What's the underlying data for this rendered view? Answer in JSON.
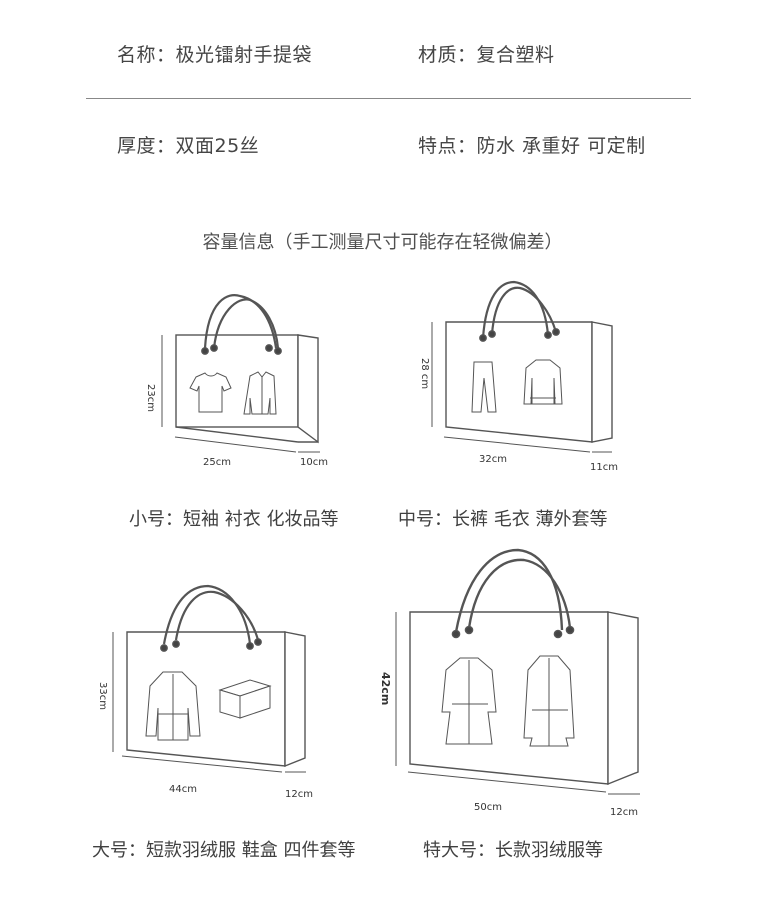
{
  "specs": {
    "name": "名称：极光镭射手提袋",
    "material": "材质：复合塑料",
    "thickness": "厚度：双面25丝",
    "features": "特点：防水  承重好  可定制"
  },
  "capacity_title": "容量信息（手工测量尺寸可能存在轻微偏差）",
  "bags": {
    "small": {
      "height": "23cm",
      "width": "25cm",
      "depth": "10cm",
      "caption": "小号：短袖 衬衣 化妆品等",
      "items": [
        "t-shirt-icon",
        "shirt-icon"
      ]
    },
    "medium": {
      "height": "28 cm",
      "width": "32cm",
      "depth": "11cm",
      "caption": "中号：长裤 毛衣 薄外套等",
      "items": [
        "trousers-icon",
        "sweater-icon"
      ]
    },
    "large": {
      "height": "33cm",
      "width": "44cm",
      "depth": "12cm",
      "caption": "大号：短款羽绒服 鞋盒 四件套等",
      "items": [
        "down-jacket-icon",
        "shoe-box-icon"
      ]
    },
    "xlarge": {
      "height": "42cm",
      "width": "50cm",
      "depth": "12cm",
      "caption": "特大号：长款羽绒服等",
      "items": [
        "trench-coat-icon",
        "long-coat-icon"
      ]
    }
  }
}
